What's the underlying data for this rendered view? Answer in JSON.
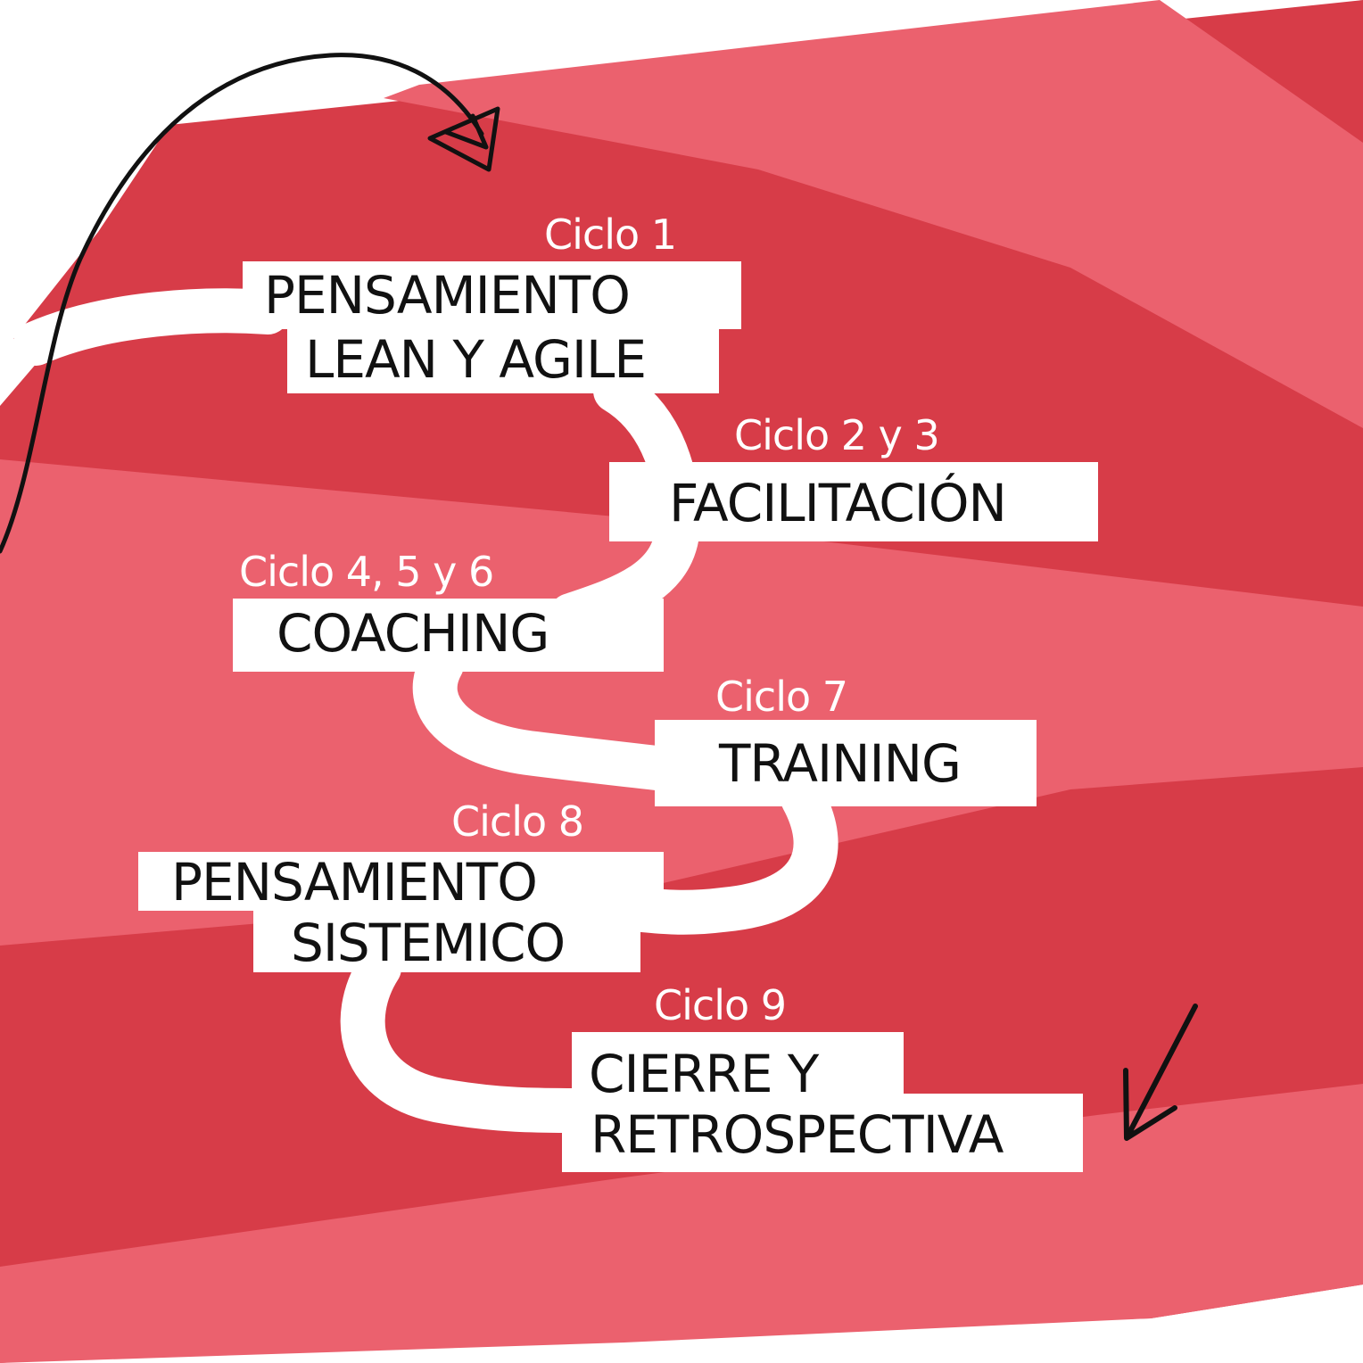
{
  "colors": {
    "paper": "#ffffff",
    "red_dark": "#d73c48",
    "red_light": "#eb616e",
    "path": "#ffffff",
    "text": "#111111",
    "arrow": "#111111"
  },
  "stages": [
    {
      "cycle": "Ciclo 1",
      "lines": [
        "PENSAMIENTO",
        "LEAN Y AGILE"
      ]
    },
    {
      "cycle": "Ciclo 2 y 3",
      "lines": [
        "FACILITACIÓN"
      ]
    },
    {
      "cycle": "Ciclo 4, 5 y 6",
      "lines": [
        "COACHING"
      ]
    },
    {
      "cycle": "Ciclo 7",
      "lines": [
        "TRAINING"
      ]
    },
    {
      "cycle": "Ciclo 8",
      "lines": [
        "PENSAMIENTO",
        "SISTEMICO"
      ]
    },
    {
      "cycle": "Ciclo 9",
      "lines": [
        "CIERRE Y",
        "RETROSPECTIVA"
      ]
    }
  ],
  "decorations": [
    "curved-arrow-icon",
    "down-left-arrow-icon"
  ]
}
